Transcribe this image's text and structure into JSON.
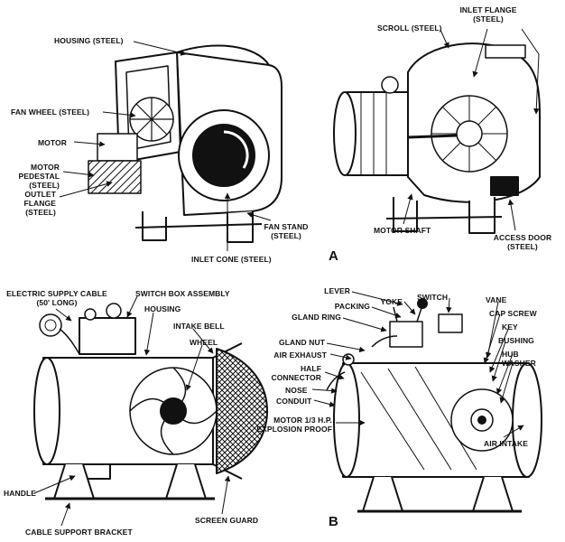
{
  "figure_a": {
    "tag": "A",
    "labels": {
      "housing": "HOUSING (STEEL)",
      "fan_wheel": "FAN WHEEL (STEEL)",
      "motor": "MOTOR",
      "motor_pedestal": "MOTOR PEDESTAL (STEEL)",
      "outlet_flange": "OUTLET FLANGE (STEEL)",
      "fan_stand": "FAN STAND (STEEL)",
      "inlet_cone": "INLET CONE (STEEL)",
      "scroll": "SCROLL (STEEL)",
      "inlet_flange": "INLET FLANGE (STEEL)",
      "motor_shaft": "MOTOR SHAFT",
      "access_door": "ACCESS DOOR (STEEL)"
    }
  },
  "figure_b": {
    "tag": "B",
    "labels": {
      "electric_supply_cable": "ELECTRIC SUPPLY CABLE (50' LONG)",
      "switch_box_assembly": "SWITCH BOX ASSEMBLY",
      "housing": "HOUSING",
      "intake_bell": "INTAKE BELL",
      "wheel": "WHEEL",
      "handle": "HANDLE",
      "cable_support_bracket": "CABLE SUPPORT BRACKET",
      "screen_guard": "SCREEN GUARD",
      "lever": "LEVER",
      "packing": "PACKING",
      "yoke": "YOKE",
      "switch": "SWITCH",
      "vane": "VANE",
      "gland_ring": "GLAND RING",
      "cap_screw": "CAP SCREW",
      "key": "KEY",
      "gland_nut": "GLAND NUT",
      "bushing": "BUSHING",
      "air_exhaust": "AIR EXHAUST",
      "hub": "HUB",
      "washer": "WASHER",
      "half_connector": "HALF CONNECTOR",
      "nose": "NOSE",
      "conduit": "CONDUIT",
      "motor_13hp": "MOTOR 1/3 H.P. EXPLOSION PROOF",
      "air_intake": "AIR INTAKE"
    }
  }
}
